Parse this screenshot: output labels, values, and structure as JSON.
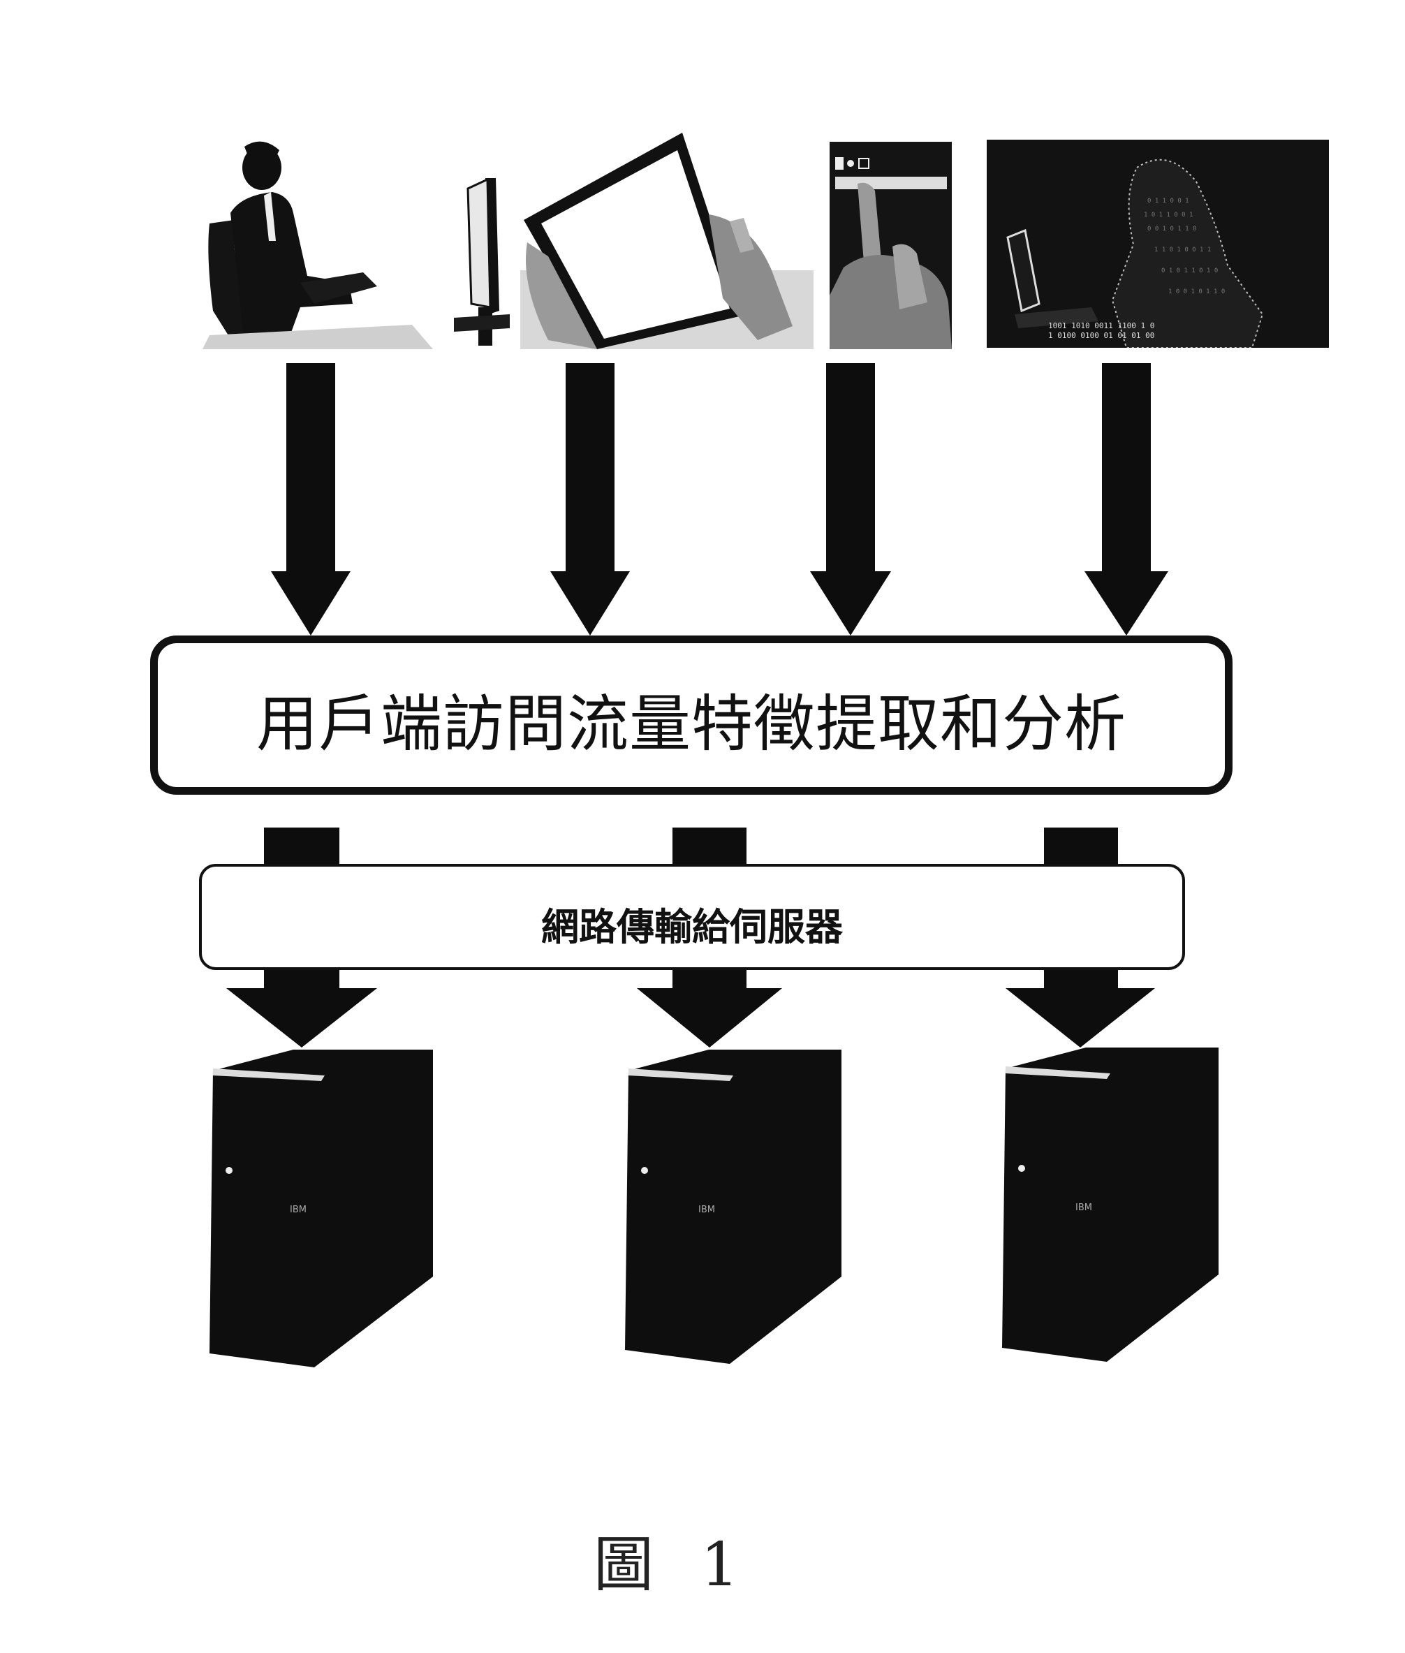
{
  "figure": {
    "caption": "圖 1",
    "clients": [
      {
        "label": "person-at-desktop-computer"
      },
      {
        "label": "hands-holding-tablet"
      },
      {
        "label": "finger-on-smartphone"
      },
      {
        "label": "hooded-hacker-with-laptop"
      }
    ],
    "analysis_box": {
      "text": "用戶端訪問流量特徵提取和分析"
    },
    "network_box": {
      "text": "網路傳輸給伺服器"
    },
    "servers": [
      {
        "logo": "IBM"
      },
      {
        "logo": "IBM"
      },
      {
        "logo": "IBM"
      }
    ]
  }
}
